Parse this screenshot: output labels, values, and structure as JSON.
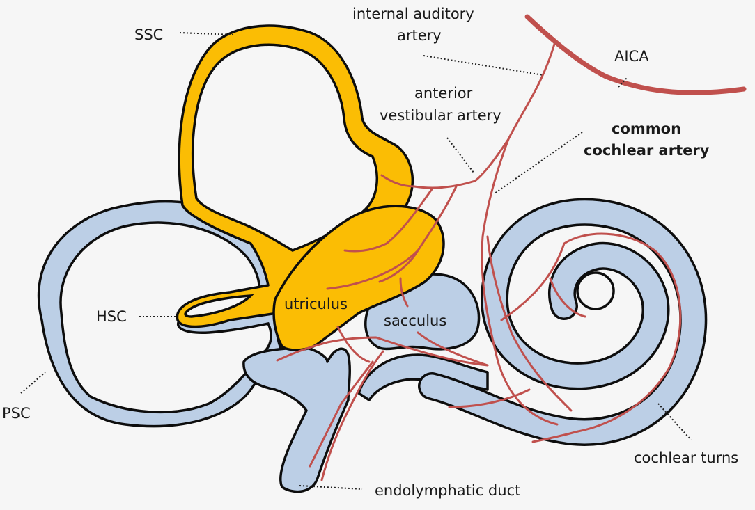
{
  "labels": {
    "ssc": "SSC",
    "hsc": "HSC",
    "psc": "PSC",
    "internal_auditory_artery_1": "internal auditory",
    "internal_auditory_artery_2": "artery",
    "aica": "AICA",
    "anterior_vestibular_artery_1": "anterior",
    "anterior_vestibular_artery_2": "vestibular artery",
    "common_cochlear_artery_1": "common",
    "common_cochlear_artery_2": "cochlear artery",
    "utriculus": "utriculus",
    "sacculus": "sacculus",
    "cochlear_turns": "cochlear turns",
    "endolymphatic_duct": "endolymphatic duct"
  },
  "colors": {
    "semicircular_canal_fill": "#bccfe6",
    "utriculus_fill": "#fbbd04",
    "artery": "#c0504d",
    "outline": "#0d0d0d",
    "background": "#f6f6f6"
  }
}
